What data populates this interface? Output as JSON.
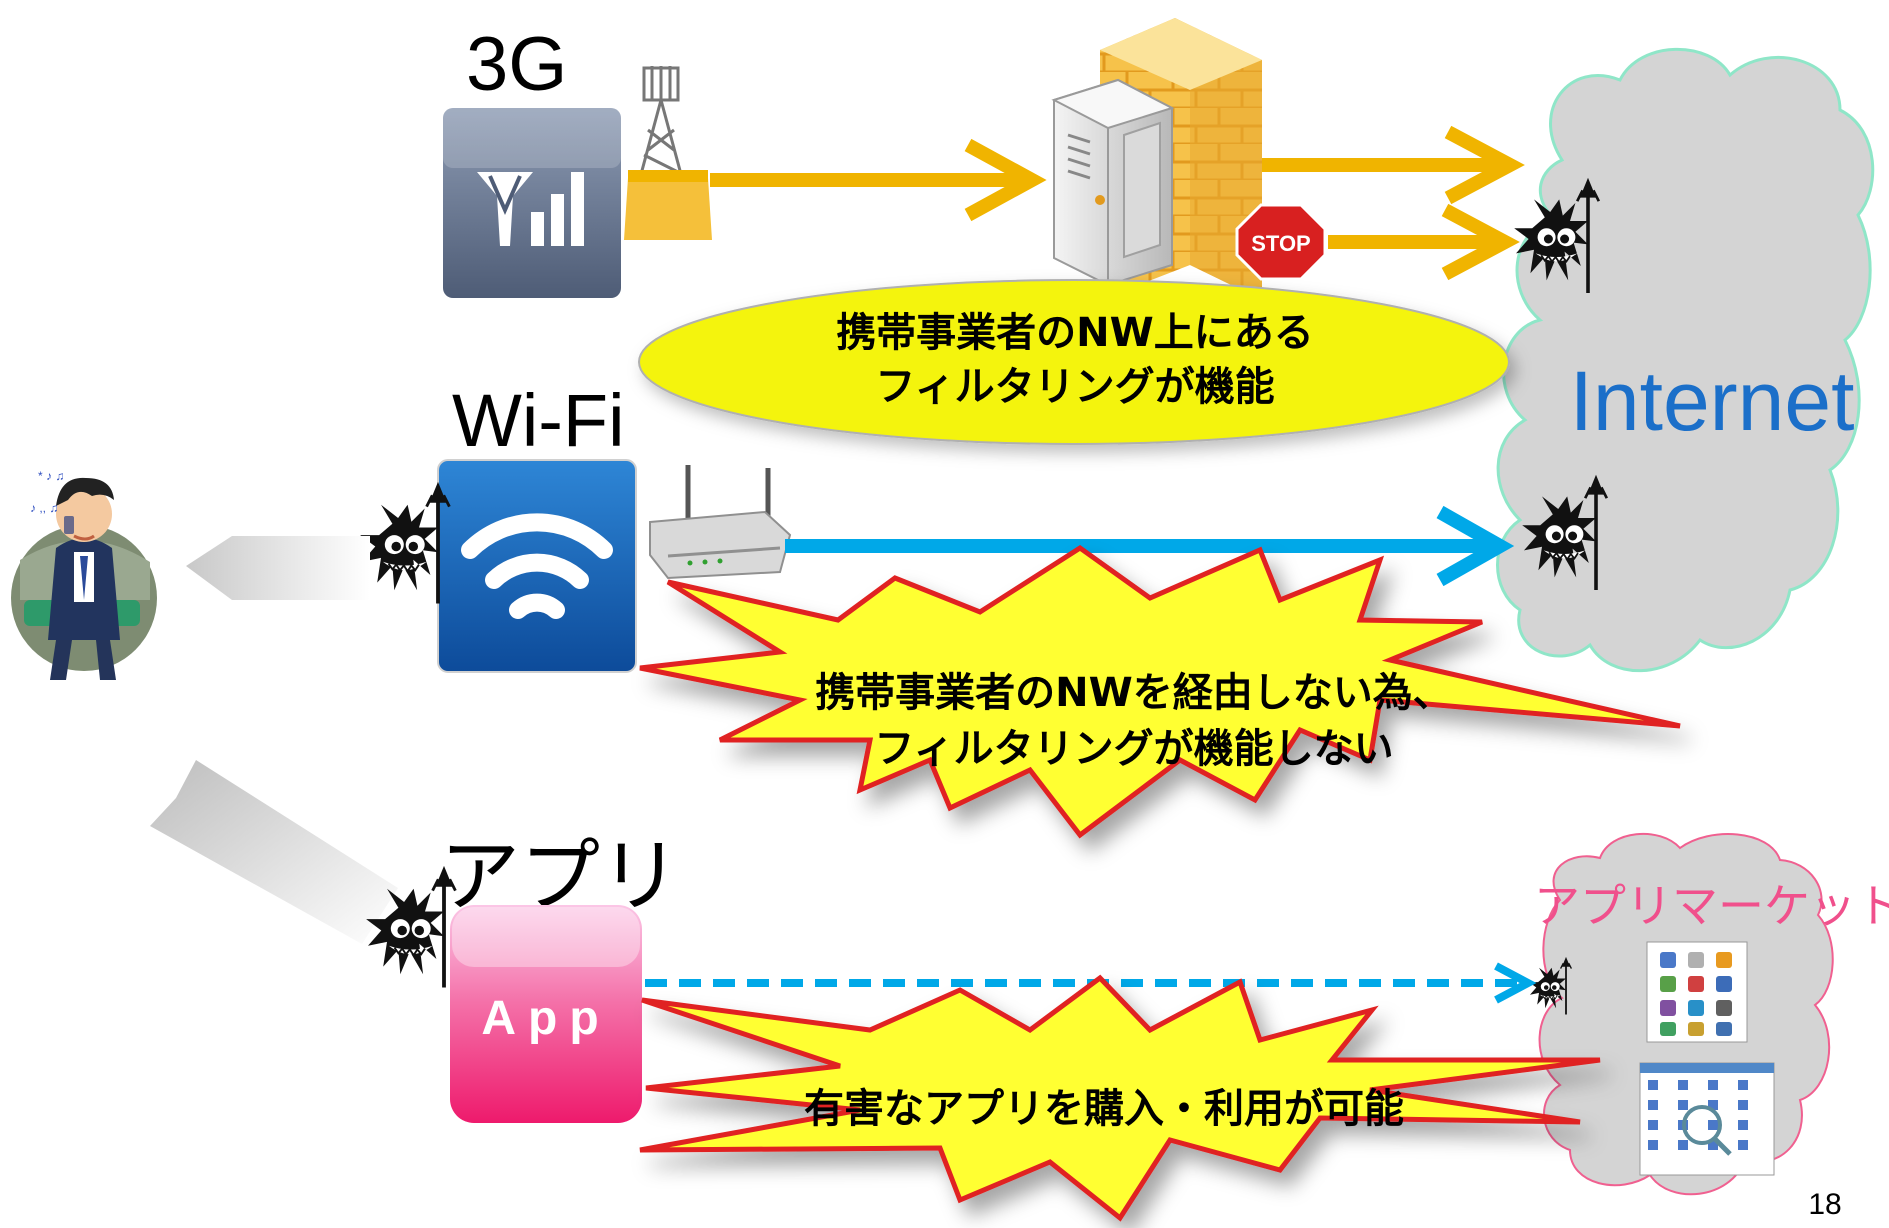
{
  "labels": {
    "g3": "3G",
    "wifi": "Wi-Fi",
    "app": "アプリ",
    "internet": "Internet",
    "market": "アプリマーケット",
    "app_icon": "App",
    "stop": "STOP",
    "page_number": "18"
  },
  "callouts": {
    "filter_on_line1": "携帯事業者のNW上にある",
    "filter_on_line2": "フィルタリングが機能",
    "wifi_line1": "携帯事業者のNWを経由しない為、",
    "wifi_line2": "フィルタリングが機能しない",
    "app_line1": "有害なアプリを購入・利用が可能"
  },
  "colors": {
    "arrow_3g": "#F0B400",
    "arrow_wifi": "#00A8E8",
    "internet_text": "#1B6FC9",
    "market_text": "#F0508C",
    "burst_fill": "#FFFF33",
    "burst_stroke": "#E02020",
    "oval_fill": "#F4F40A"
  }
}
